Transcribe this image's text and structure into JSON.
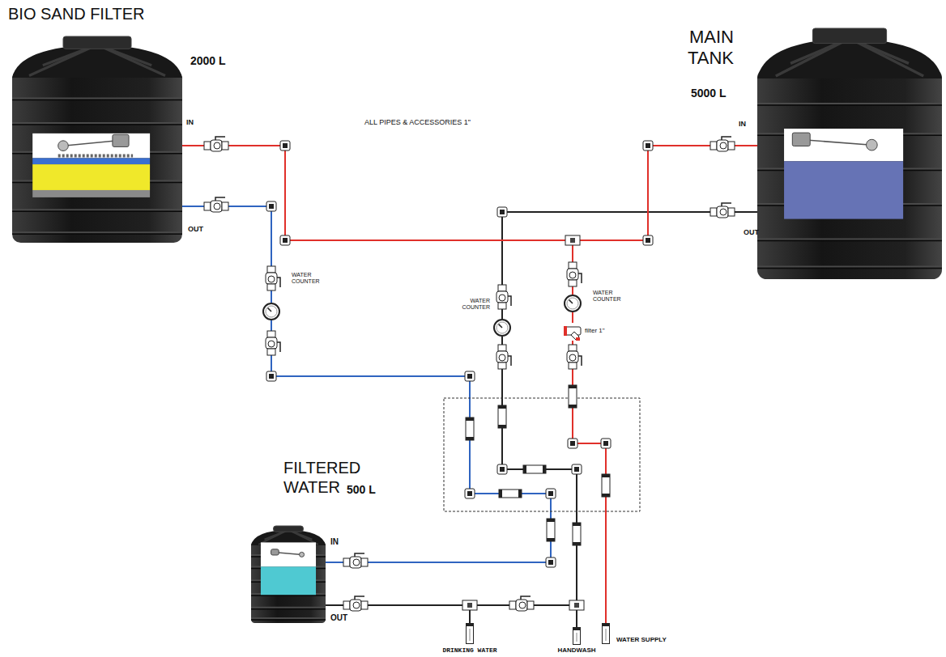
{
  "diagram": {
    "nodes": [
      {
        "text": [
          "BIO SAND FILTER",
          "2000 L"
        ]
      },
      {
        "text": [
          "MAIN TANK",
          "5000 L"
        ]
      },
      {
        "text": [
          "FILTERED WATER",
          "500 L"
        ]
      },
      {
        "text": [
          "WATER COUNTER"
        ]
      },
      {
        "text": [
          "WATER COUNTER"
        ]
      },
      {
        "text": [
          "WATER COUNTER"
        ]
      },
      {
        "text": [
          "filter 1\""
        ]
      },
      {
        "text": [
          "DRINKING WATER"
        ]
      },
      {
        "text": [
          "HANDWASH"
        ]
      },
      {
        "text": [
          "WATER SUPPLY"
        ]
      }
    ],
    "edges": [
      {
        "from": 1,
        "to": 4,
        "arrow": "none"
      },
      {
        "from": 4,
        "to": 8,
        "arrow": "none"
      },
      {
        "from": 0,
        "to": 3,
        "arrow": "none"
      },
      {
        "from": 3,
        "to": 2,
        "arrow": "none"
      },
      {
        "from": 2,
        "to": 7,
        "arrow": "none"
      },
      {
        "from": 2,
        "to": 8,
        "arrow": "none"
      },
      {
        "from": 9,
        "to": 6,
        "arrow": "none"
      },
      {
        "from": 6,
        "to": 5,
        "arrow": "none"
      },
      {
        "from": 5,
        "to": 1,
        "arrow": "none"
      },
      {
        "from": 5,
        "to": 0,
        "arrow": "none"
      }
    ],
    "labels": [
      "ALL PIPES & ACCESSORIES 1\"",
      "IN",
      "OUT",
      "IN",
      "OUT",
      "IN",
      "OUT"
    ]
  }
}
